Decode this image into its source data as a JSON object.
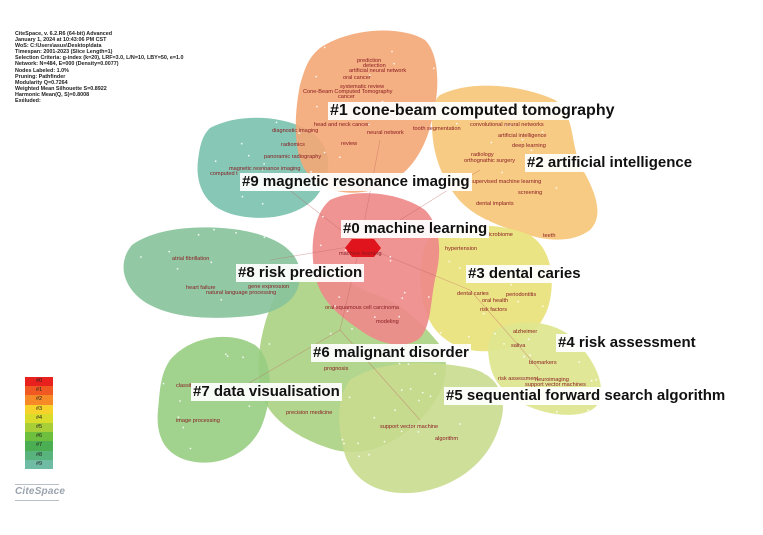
{
  "info_lines": [
    "CiteSpace, v. 6.2.R6 (64-bit) Advanced",
    "January 1, 2024 at 10:43:06 PM CST",
    "WoS: C:\\Users\\asus\\Desktop\\data",
    "Timespan: 2001-2023 (Slice Length=1)",
    "Selection Criteria: g-index (k=20), LRF=3.0, L/N=10, LBY=50, e=1.0",
    "Network: N=484, E=000 (Density=0.0077)",
    "Nodes Labeled: 1.0%",
    "Pruning: Pathfinder",
    "Modularity Q=0.7264",
    "Weighted Mean Silhouette S=0.8922",
    "Harmonic Mean(Q, S)=0.8008",
    "Excluded:"
  ],
  "arrow": "↓",
  "clusters": [
    {
      "id": "c0",
      "label": "#0 machine learning",
      "color": "#ee8a8a"
    },
    {
      "id": "c1",
      "label": "#1 cone-beam computed tomography",
      "color": "#f3a877"
    },
    {
      "id": "c2",
      "label": "#2 artificial intelligence",
      "color": "#f6c77a"
    },
    {
      "id": "c3",
      "label": "#3 dental caries",
      "color": "#e9e27b"
    },
    {
      "id": "c4",
      "label": "#4 risk assessment",
      "color": "#dde68e"
    },
    {
      "id": "c5",
      "label": "#5 sequential forward search algorithm",
      "color": "#c9dc8f"
    },
    {
      "id": "c6",
      "label": "#6 malignant disorder",
      "color": "#a4cf7a"
    },
    {
      "id": "c7",
      "label": "#7 data visualisation",
      "color": "#97cd82"
    },
    {
      "id": "c8",
      "label": "#8 risk prediction",
      "color": "#86c39a"
    },
    {
      "id": "c9",
      "label": "#9 magnetic resonance imaging",
      "color": "#79c1ad"
    }
  ],
  "keywords": [
    "prediction",
    "detection",
    "artificial neural network",
    "oral cancer",
    "systematic review",
    "Cone-Beam Computed Tomography",
    "cancer",
    "head and neck cancer",
    "tooth segmentation",
    "neural network",
    "diagnostic imaging",
    "radiomics",
    "review",
    "panoramic radiography",
    "convolutional neural networks",
    "artificial intelligence",
    "deep learning",
    "radiology",
    "orthognathic surgery",
    "supervised machine learning",
    "screening",
    "dental implants",
    "teeth",
    "magnetic resonance imaging",
    "computed t",
    "machine learning",
    "microbiome",
    "hypertension",
    "dental caries",
    "oral health",
    "periodontitis",
    "risk factors",
    "alzheimer",
    "saliva",
    "biomarkers",
    "risk assessment",
    "neuroimaging",
    "support vector machines",
    "atrial fibrillation",
    "heart failure",
    "gene expression",
    "natural language processing",
    "oral squamous cell carcinoma",
    "modeling",
    "prognosis",
    "classif",
    "precision medicine",
    "image processing",
    "support vector machine",
    "algorithm"
  ],
  "legend": [
    {
      "label": "#0",
      "color": "#e8201e"
    },
    {
      "label": "#1",
      "color": "#f05a22"
    },
    {
      "label": "#2",
      "color": "#f58a26"
    },
    {
      "label": "#3",
      "color": "#f7d22a"
    },
    {
      "label": "#4",
      "color": "#d9dc2b"
    },
    {
      "label": "#5",
      "color": "#a8cf38"
    },
    {
      "label": "#6",
      "color": "#6dbf3d"
    },
    {
      "label": "#7",
      "color": "#4cae52"
    },
    {
      "label": "#8",
      "color": "#58b37c"
    },
    {
      "label": "#9",
      "color": "#6fbba3"
    }
  ],
  "logo": "CiteSpace"
}
